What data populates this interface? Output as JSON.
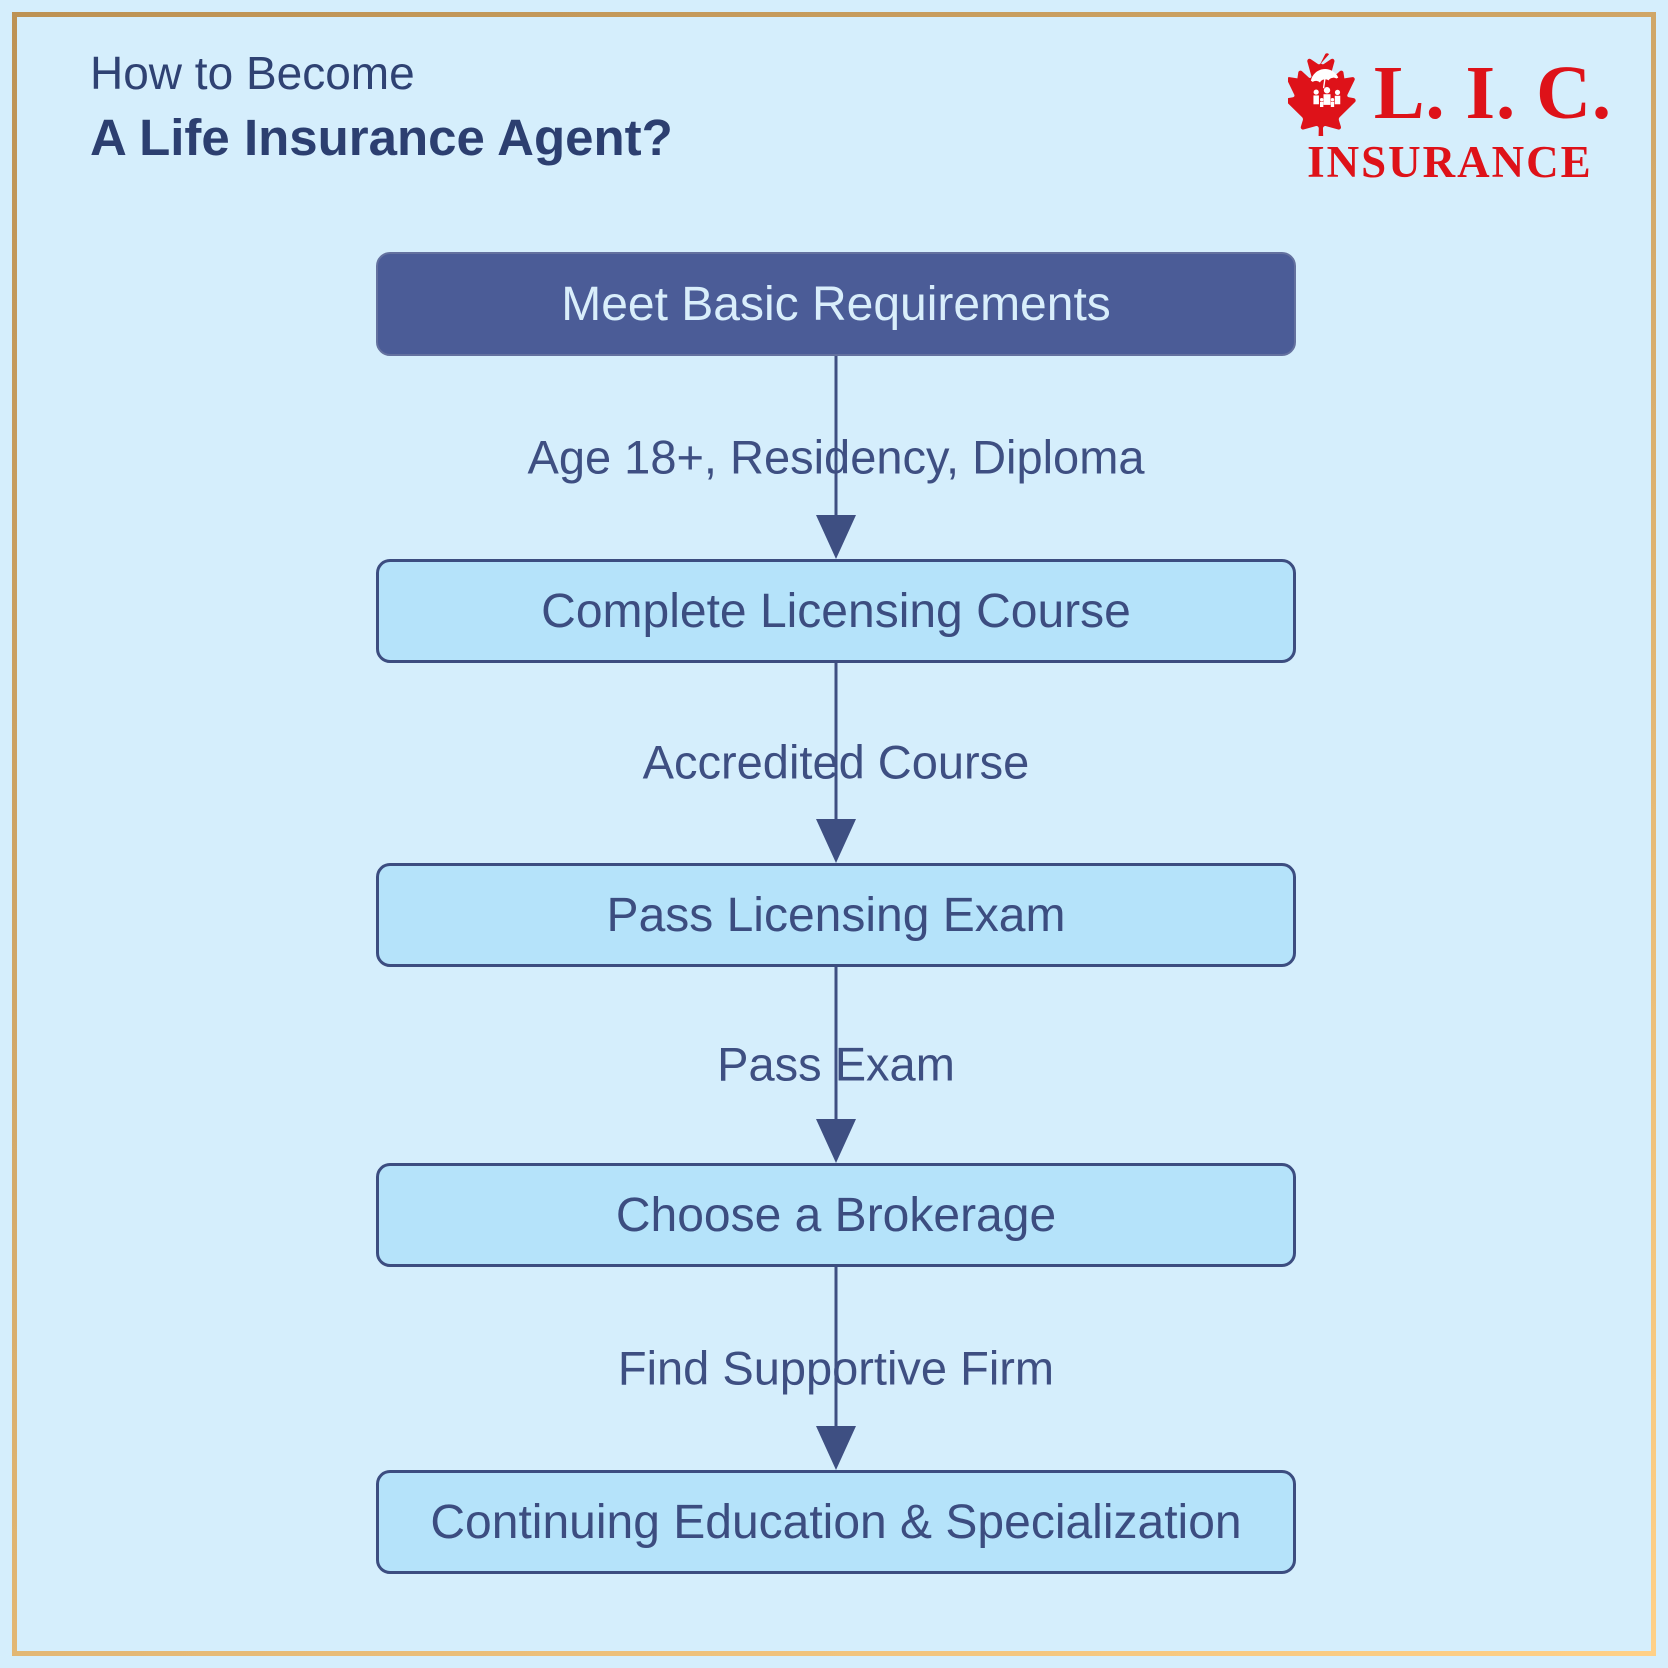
{
  "header": {
    "title_line1": "How to Become",
    "title_line2": "A Life Insurance Agent?"
  },
  "logo": {
    "acronym": "L. I. C.",
    "name": "INSURANCE",
    "icon": "maple-leaf-family-icon",
    "color": "#de1219"
  },
  "flowchart": {
    "steps": [
      {
        "label": "Meet Basic Requirements",
        "style": "primary"
      },
      {
        "label": "Complete Licensing Course",
        "style": "secondary"
      },
      {
        "label": "Pass Licensing Exam",
        "style": "secondary"
      },
      {
        "label": "Choose a Brokerage",
        "style": "secondary"
      },
      {
        "label": "Continuing Education & Specialization",
        "style": "secondary"
      }
    ],
    "connectors": [
      {
        "label": "Age 18+, Residency, Diploma"
      },
      {
        "label": "Accredited Course"
      },
      {
        "label": "Pass Exam"
      },
      {
        "label": "Find Supportive Firm"
      }
    ]
  },
  "colors": {
    "background": "#d5eefc",
    "frame_gradient_start": "#bd9254",
    "frame_gradient_end": "#ffd086",
    "primary_box_fill": "#4b5c97",
    "primary_box_text": "#d9eefb",
    "secondary_box_fill": "#b5e3fa",
    "secondary_box_border": "#3c4d80",
    "flow_line": "#3e4f82",
    "title_text": "#2c3f70",
    "logo_red": "#de1219"
  }
}
